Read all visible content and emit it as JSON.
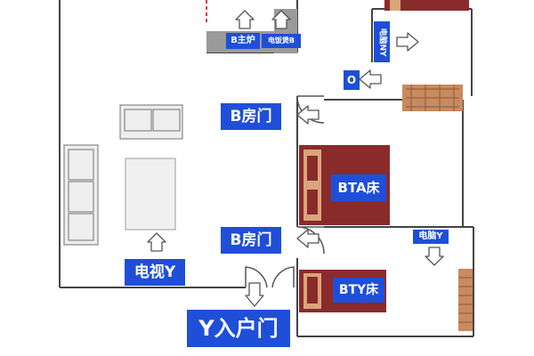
{
  "colors": {
    "accent": "#1f4fd8",
    "wall": "#444444",
    "bed": "#8a2b2b",
    "bed_frame": "#d9a57a",
    "counter": "#9a9a9a",
    "wardrobe": "#c98a5e",
    "door_red": "#e23b3b"
  },
  "labels": {
    "b_stove": "B主炉",
    "rice_cooker_b": "电饭煲B",
    "computer_ny": "电脑NY",
    "o_mark": "O",
    "b_door_upper": "B房门",
    "bta_bed": "BTA床",
    "b_door_lower": "B房门",
    "computer_y": "电脑Y",
    "tv_y": "电视Y",
    "bty_bed": "BTY床",
    "y_entrance": "Y入户门"
  }
}
